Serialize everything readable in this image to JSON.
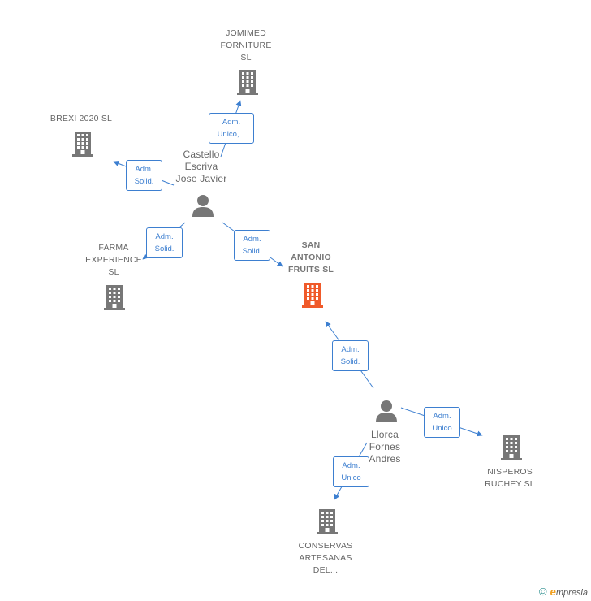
{
  "nodes": {
    "jomimed": {
      "label": "JOMIMED\nFORNITURE\nSL",
      "icon": "building-icon",
      "color": "#777777"
    },
    "brexi": {
      "label": "BREXI 2020  SL",
      "icon": "building-icon",
      "color": "#777777"
    },
    "farma": {
      "label": "FARMA\nEXPERIENCE\nSL",
      "icon": "building-icon",
      "color": "#777777"
    },
    "san_antonio": {
      "label": "SAN\nANTONIO\nFRUITS  SL",
      "icon": "building-icon",
      "color": "#f05a2a"
    },
    "castello": {
      "label": "Castello\nEscriva\nJose Javier",
      "icon": "person-icon",
      "color": "#777777"
    },
    "llorca": {
      "label": "Llorca\nFornes\nAndres",
      "icon": "person-icon",
      "color": "#777777"
    },
    "nisperos": {
      "label": "NISPEROS\nRUCHEY  SL",
      "icon": "building-icon",
      "color": "#777777"
    },
    "conservas": {
      "label": "CONSERVAS\nARTESANAS\nDEL...",
      "icon": "building-icon",
      "color": "#777777"
    }
  },
  "edges": {
    "castello_jomimed": "Adm.\nUnico,...",
    "castello_brexi": "Adm.\nSolid.",
    "castello_farma": "Adm.\nSolid.",
    "castello_san_antonio": "Adm.\nSolid.",
    "llorca_san_antonio": "Adm.\nSolid.",
    "llorca_nisperos": "Adm.\nUnico",
    "llorca_conservas": "Adm.\nUnico"
  },
  "colors": {
    "edge": "#3d7fd0",
    "node": "#777777",
    "focus": "#f05a2a"
  },
  "brand": {
    "copyright": "©",
    "e": "e",
    "rest": "mpresia"
  }
}
